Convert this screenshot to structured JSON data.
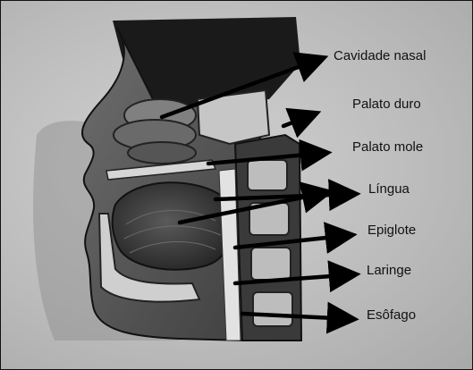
{
  "diagram": {
    "labels": [
      "Cavidade nasal",
      "Palato duro",
      "Palato mole",
      "Língua",
      "Epiglote",
      "Laringe",
      "Esôfago"
    ]
  }
}
